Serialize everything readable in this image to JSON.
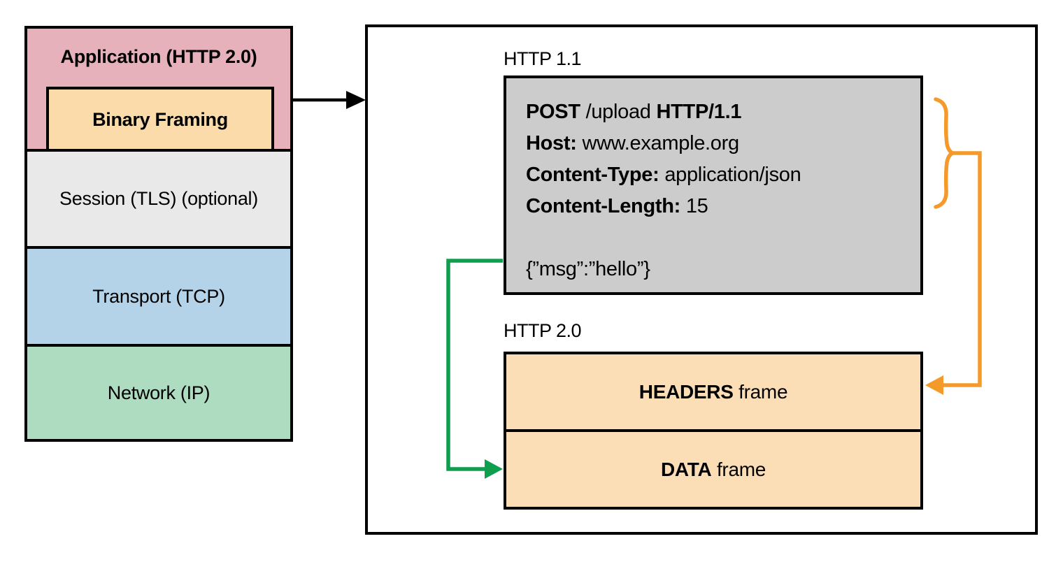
{
  "stack": {
    "application_label": "Application (HTTP 2.0)",
    "binary_framing_label": "Binary Framing",
    "session_label": "Session (TLS) (optional)",
    "transport_label": "Transport (TCP)",
    "network_label": "Network (IP)"
  },
  "detail": {
    "http11_label": "HTTP 1.1",
    "http20_label": "HTTP 2.0",
    "request": {
      "method": "POST",
      "target": "/upload",
      "version": "HTTP/1.1",
      "host_key": "Host:",
      "host_value": "www.example.org",
      "content_type_key": "Content-Type:",
      "content_type_value": "application/json",
      "content_length_key": "Content-Length:",
      "content_length_value": "15",
      "body": "{”msg”:”hello”}"
    },
    "headers_frame": {
      "name": "HEADERS",
      "suffix": "frame"
    },
    "data_frame": {
      "name": "DATA",
      "suffix": "frame"
    }
  },
  "colors": {
    "application_bg": "#e6b1ba",
    "binary_framing_bg": "#fbdbaa",
    "session_bg": "#e9e9e9",
    "transport_bg": "#b4d3e9",
    "network_bg": "#aedcc0",
    "request_bg": "#cccccc",
    "frame_bg": "#fcdeb6",
    "border": "#000000",
    "arrow_black": "#000000",
    "arrow_orange": "#f49a2b",
    "arrow_green": "#0f9e4e"
  },
  "connectors": {
    "stack_to_detail": "black-right-arrow",
    "header_group_brace": "orange-curly-brace",
    "headers_to_frame": "orange-elbow-arrow-left",
    "body_to_frame": "green-elbow-arrow-right"
  }
}
